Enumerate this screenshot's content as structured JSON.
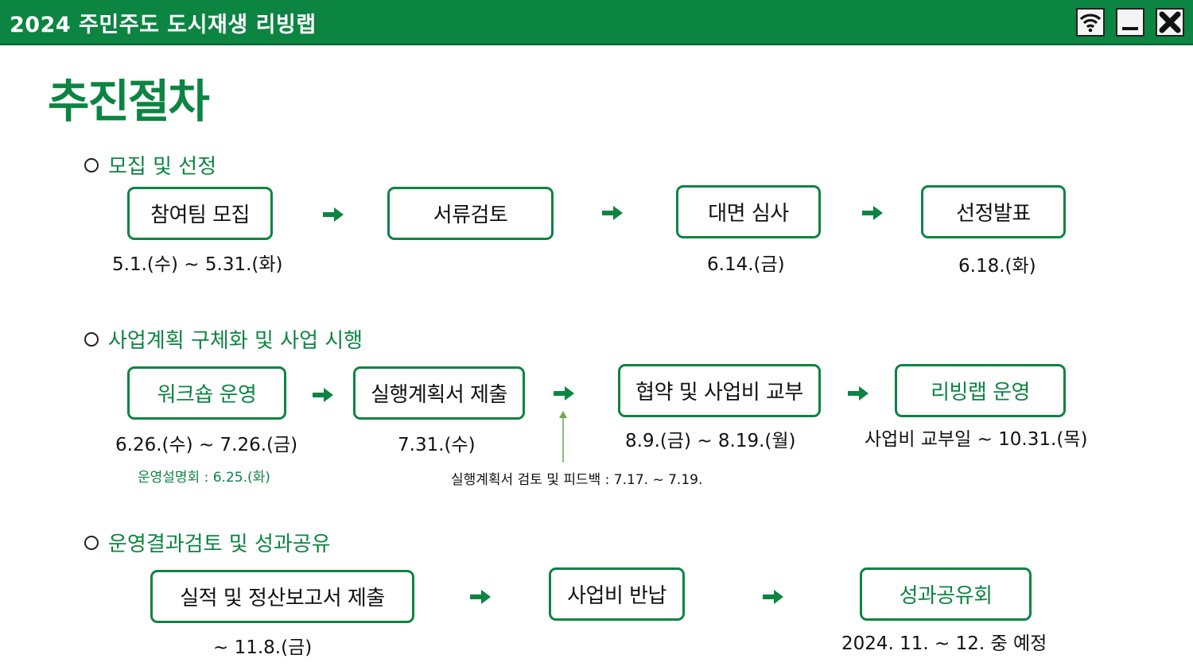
{
  "window": {
    "title": "2024 주민주도 도시재생 리빙랩",
    "icons": [
      "wifi-icon",
      "minimize-icon",
      "close-icon"
    ]
  },
  "page": {
    "heading": "추진절차"
  },
  "colors": {
    "accent": "#0c8442",
    "titlebar": "#0c8442"
  },
  "sections": [
    {
      "title": "모집 및 선정",
      "steps": [
        {
          "label": "참여팀 모집",
          "date": "5.1.(수) ~ 5.31.(화)"
        },
        {
          "label": "서류검토",
          "date": ""
        },
        {
          "label": "대면 심사",
          "date": "6.14.(금)"
        },
        {
          "label": "선정발표",
          "date": "6.18.(화)"
        }
      ]
    },
    {
      "title": "사업계획 구체화 및 사업 시행",
      "steps": [
        {
          "label": "워크숍 운영",
          "date": "6.26.(수) ~ 7.26.(금)",
          "note": "운영설명회 : 6.25.(화)"
        },
        {
          "label": "실행계획서 제출",
          "date": "7.31.(수)"
        },
        {
          "label": "협약 및 사업비 교부",
          "date": "8.9.(금) ~ 8.19.(월)"
        },
        {
          "label": "리빙랩 운영",
          "date": "사업비 교부일 ~ 10.31.(목)"
        }
      ],
      "feedback_note": "실행계획서 검토 및 피드백 : 7.17. ~ 7.19."
    },
    {
      "title": "운영결과검토 및 성과공유",
      "steps": [
        {
          "label": "실적 및 정산보고서 제출",
          "date": "~ 11.8.(금)"
        },
        {
          "label": "사업비 반납",
          "date": ""
        },
        {
          "label": "성과공유회",
          "date": "2024. 11. ~ 12. 중 예정"
        }
      ]
    }
  ]
}
